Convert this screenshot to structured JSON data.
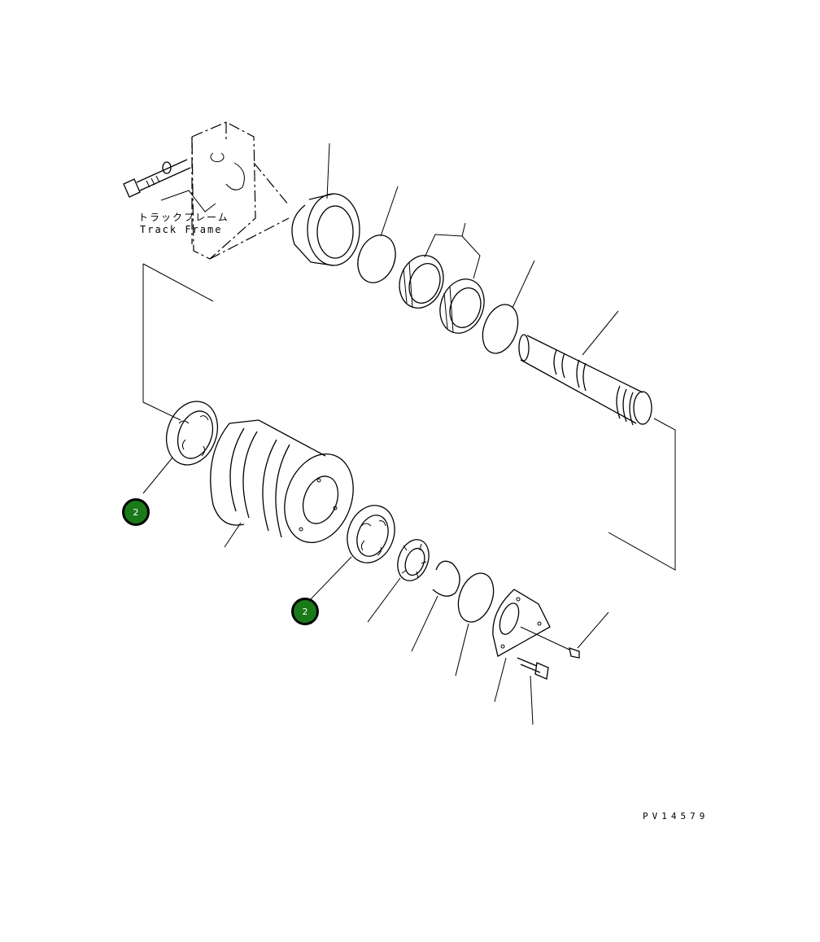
{
  "labels": {
    "track_frame_jp": "トラックフレーム",
    "track_frame_en": "Track Frame",
    "drawing_number": "PV14579"
  },
  "callouts": [
    {
      "number": "2",
      "color": "#1a7a1a"
    },
    {
      "number": "2",
      "color": "#1a7a1a"
    }
  ]
}
